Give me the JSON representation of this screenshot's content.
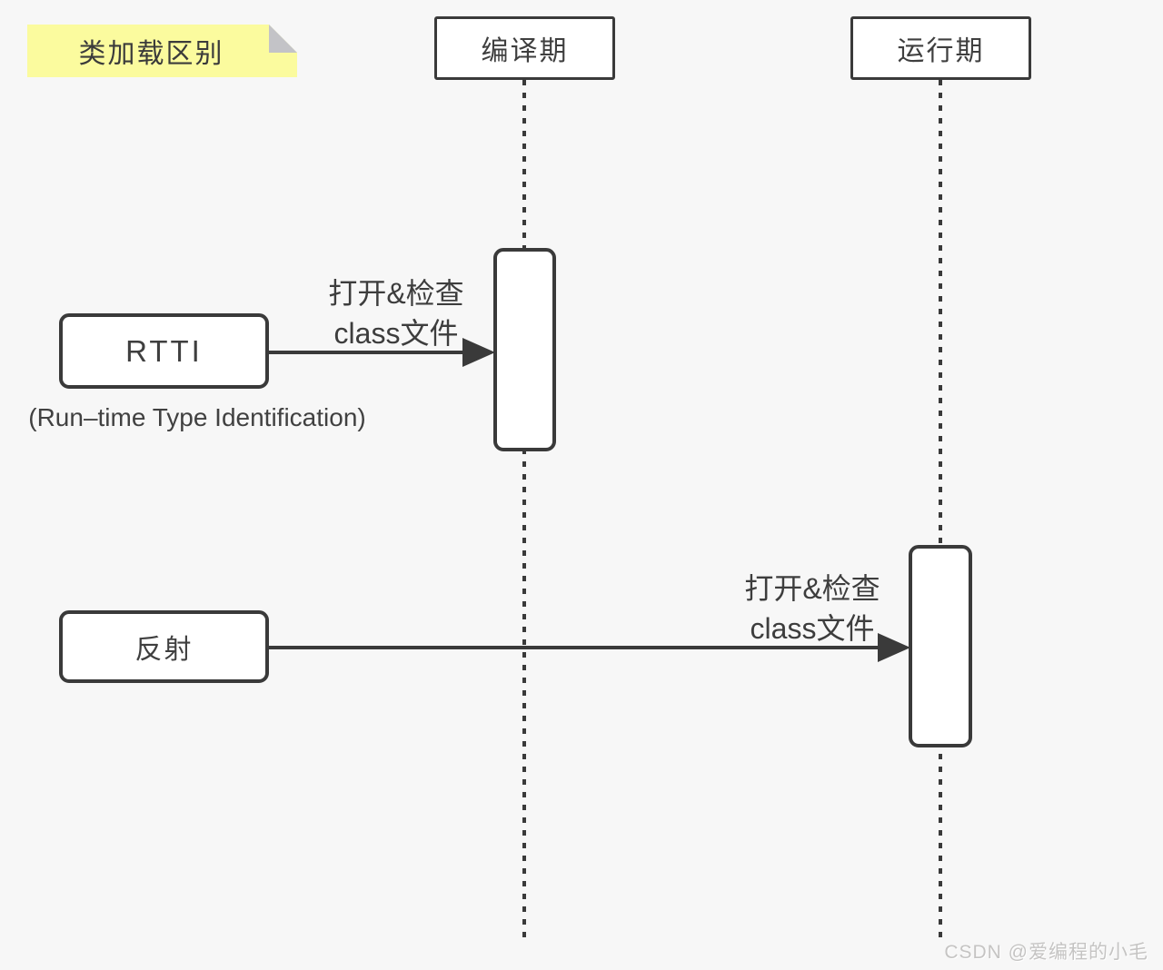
{
  "note": {
    "label": "类加载区别"
  },
  "lifelines": [
    {
      "title": "编译期"
    },
    {
      "title": "运行期"
    }
  ],
  "actors": [
    {
      "label": "RTTI",
      "caption": "(Run–time Type Identification)"
    },
    {
      "label": "反射"
    }
  ],
  "messages": [
    {
      "line1": "打开&检查",
      "line2": "class文件"
    },
    {
      "line1": "打开&检查",
      "line2": "class文件"
    }
  ],
  "watermark": "CSDN @爱编程的小毛",
  "colors": {
    "background": "#f7f7f7",
    "stroke": "#3a3a3a",
    "note_fill": "#fbfb9e",
    "note_fold": "#c3c3c7",
    "box_fill": "#ffffff",
    "watermark_text": "#c5c4c3"
  }
}
